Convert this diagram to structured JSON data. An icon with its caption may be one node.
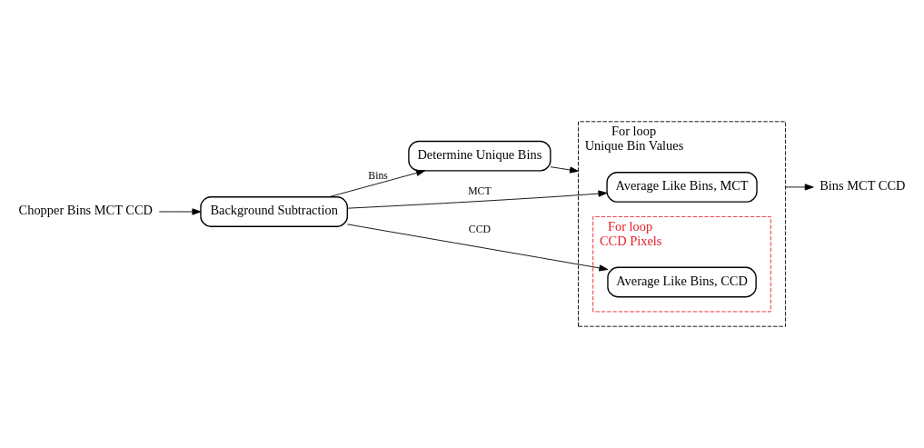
{
  "diagram": {
    "nodes": [
      {
        "text": [
          "Chopper Bins MCT CCD"
        ]
      },
      {
        "text": [
          "Determine Unique Bins"
        ]
      },
      {
        "text": [
          "Background Subtraction"
        ]
      },
      {
        "text": [
          "For loop",
          "Unique Bin Values"
        ]
      },
      {
        "text": [
          "Average Like Bins, MCT"
        ],
        "in": 3
      },
      {
        "text": [
          "For loop",
          "CCD Pixels"
        ],
        "in": 3
      },
      {
        "text": [
          "Average Like Bins, CCD"
        ],
        "in": 5
      },
      {
        "text": [
          "Bins MCT CCD"
        ]
      }
    ],
    "edges": [
      {
        "from": 0,
        "to": 2,
        "arrow": "to"
      },
      {
        "from": 2,
        "to": 1,
        "arrow": "to",
        "label": "Bins"
      },
      {
        "from": 2,
        "to": 4,
        "arrow": "to",
        "label": "MCT"
      },
      {
        "from": 2,
        "to": 6,
        "arrow": "to",
        "label": "CCD"
      },
      {
        "from": 1,
        "to": 3,
        "arrow": "to"
      },
      {
        "from": 3,
        "to": 7,
        "arrow": "to"
      }
    ]
  }
}
